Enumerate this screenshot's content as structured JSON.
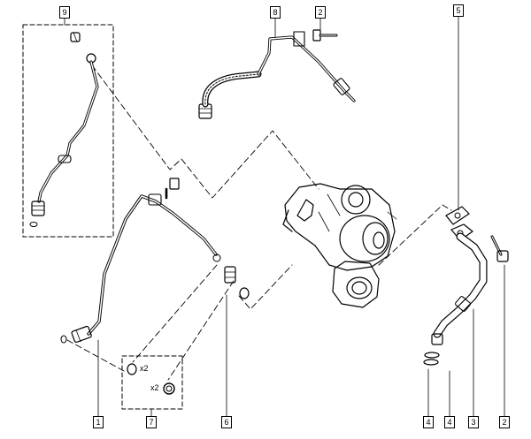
{
  "callouts": {
    "c1": "1",
    "c2a": "2",
    "c2b": "2",
    "c3": "3",
    "c4a": "4",
    "c4b": "4",
    "c5": "5",
    "c6": "6",
    "c7": "7",
    "c8": "8",
    "c9": "9"
  },
  "multipliers": {
    "oring": "x2",
    "washer": "x2"
  }
}
